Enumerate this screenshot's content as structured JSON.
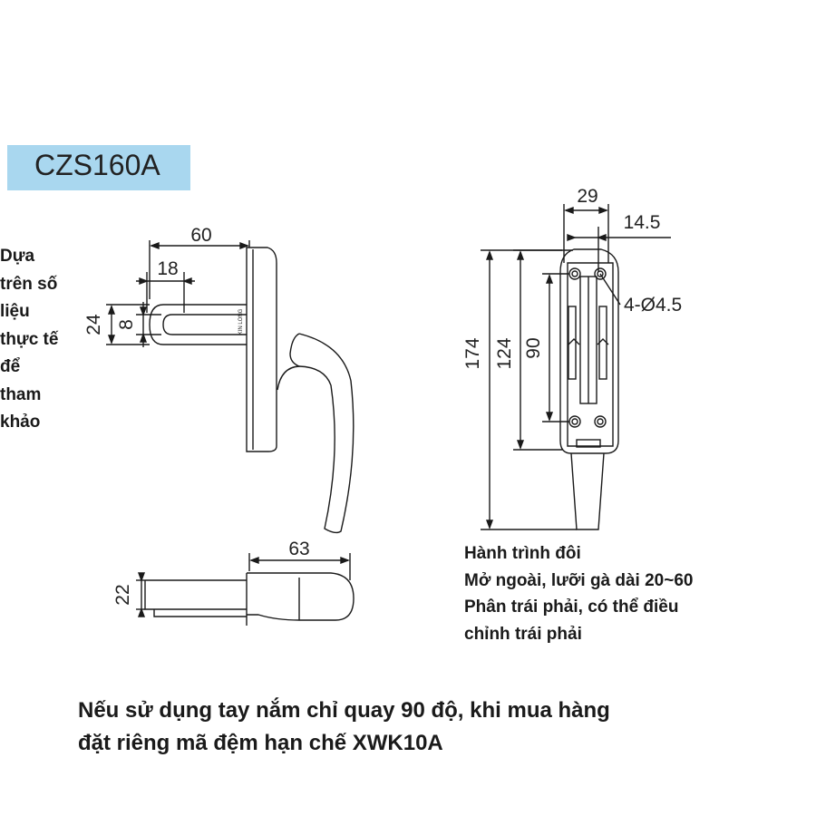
{
  "model_code": "CZS160A",
  "side_note": [
    "Dựa",
    "trên số",
    "liệu",
    "thực tế",
    "để",
    "tham",
    "khảo"
  ],
  "dimensions": {
    "d60": "60",
    "d18": "18",
    "d24": "24",
    "d8": "8",
    "d63": "63",
    "d22": "22",
    "d29": "29",
    "d14_5": "14.5",
    "d174": "174",
    "d124": "124",
    "d90": "90",
    "holes": "4-Ø4.5"
  },
  "brand_mark": "KIN LONG",
  "notes": [
    "Hành trình đôi",
    "Mở ngoài, lưỡi gà dài 20~60",
    "Phân trái phải, có thể điều",
    "chỉnh trái phải"
  ],
  "footer": [
    "Nếu sử dụng tay nắm chỉ quay 90 độ, khi mua hàng",
    "đặt riêng mã đệm hạn chế XWK10A"
  ]
}
